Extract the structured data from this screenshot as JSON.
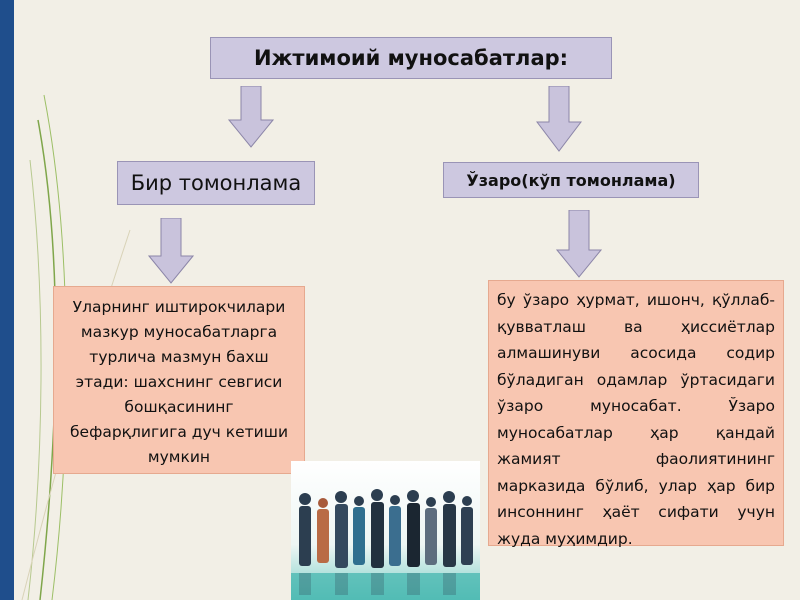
{
  "diagram": {
    "title": "Ижтимоий муносабатлар:",
    "left_branch": {
      "label": "Бир томонлама",
      "description": "Уларнинг иштирокчилари мазкур муносабатларга турлича мазмун бахш этади: шахснинг севгиси бошқасининг бефарқлигига дуч кетиши мумкин"
    },
    "right_branch": {
      "label": "Ўзаро(кўп томонлама)",
      "description": "бу ўзаро ҳурмат, ишонч, қўллаб-қувватлаш ва ҳиссиётлар алмашинуви асосида содир бўладиган одамлар ўртасидаги ўзаро муносабат. Ўзаро муносабатлар ҳар қандай жамият фаолиятининг марказида бўлиб, улар ҳар бир инсоннинг ҳаёт сифати учун жуда муҳимдир."
    }
  },
  "colors": {
    "header_box": "#cdc8e0",
    "text_box": "#f8c6b1",
    "arrow": "#c9c3dc",
    "accent_bar": "#1f4e8c",
    "background": "#f2efe6"
  },
  "image": {
    "icon": "business-people-photo"
  }
}
